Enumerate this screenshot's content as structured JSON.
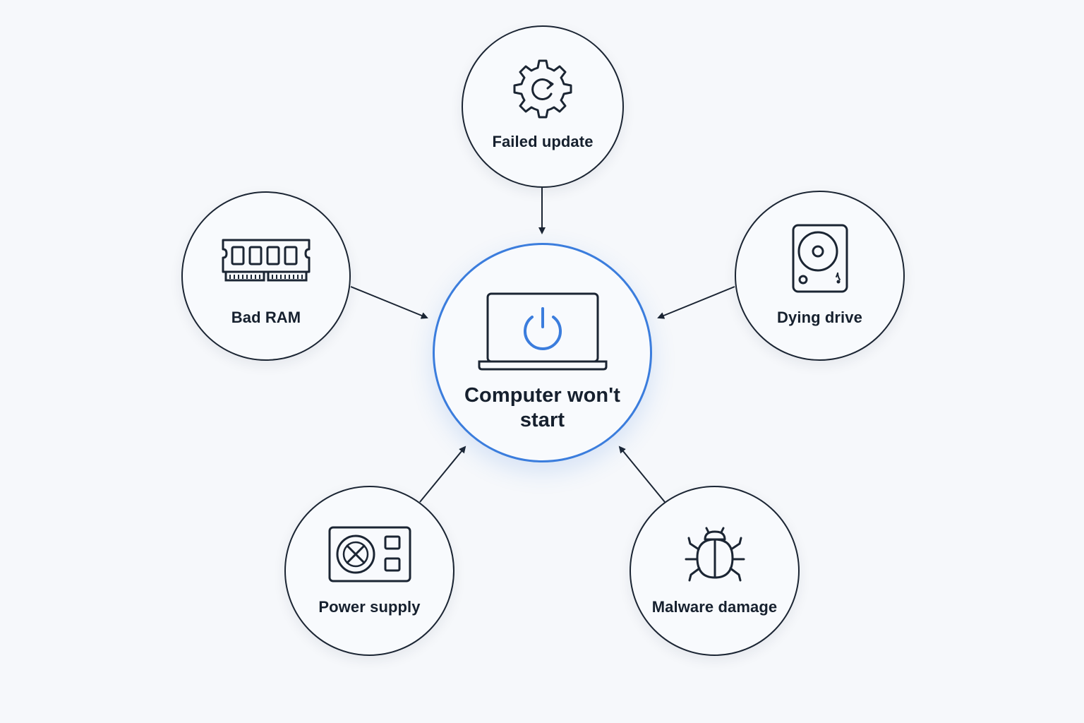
{
  "diagram": {
    "center": {
      "label": "Computer won't start",
      "icon": "laptop-power-icon",
      "accent_color": "#3b7ddd"
    },
    "causes": [
      {
        "id": "update",
        "label": "Failed update",
        "icon": "gear-refresh-icon"
      },
      {
        "id": "ram",
        "label": "Bad RAM",
        "icon": "ram-module-icon"
      },
      {
        "id": "drive",
        "label": "Dying drive",
        "icon": "hard-drive-icon"
      },
      {
        "id": "power",
        "label": "Power supply",
        "icon": "power-supply-icon"
      },
      {
        "id": "malware",
        "label": "Malware damage",
        "icon": "bug-icon"
      }
    ],
    "colors": {
      "background": "#f6f8fb",
      "stroke": "#1b2533",
      "accent": "#3b7ddd"
    }
  }
}
